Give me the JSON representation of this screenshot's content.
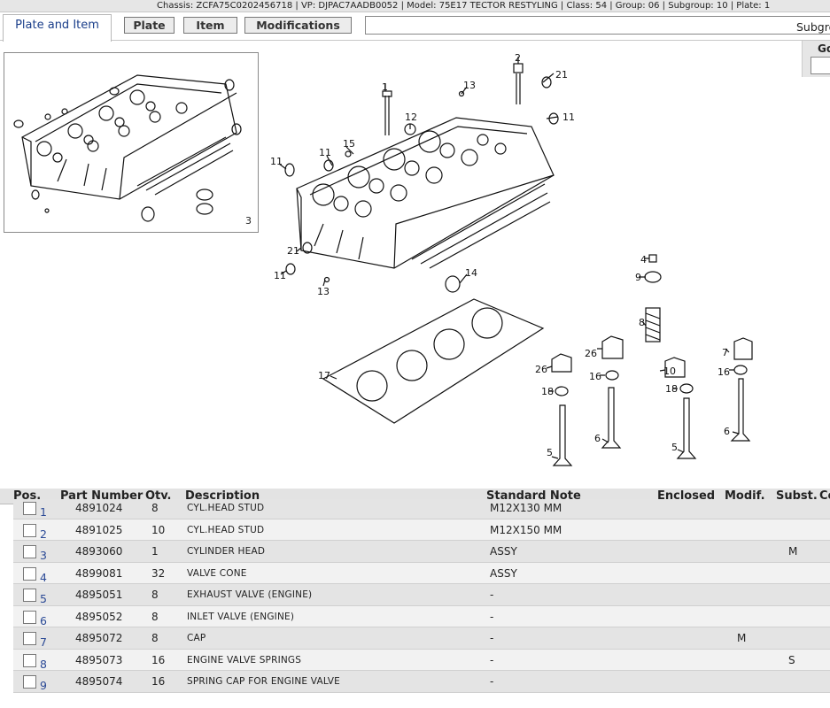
{
  "info_bar": {
    "text": "Chassis: ZCFA75C0202456718 | VP: DJPAC7AADB0052 | Model: 75E17 TECTOR RESTYLING | Class: 54 | Group: 06 | Subgroup: 10 | Plate: 1"
  },
  "tabs": {
    "active": "Plate and Item",
    "plate": "Plate",
    "item": "Item",
    "modifications": "Modifications",
    "subgroup_label": "Subgro"
  },
  "go_panel": {
    "label": "Go"
  },
  "thumbnail": {
    "label": "3"
  },
  "diagram": {
    "callouts": [
      "1",
      "2",
      "13",
      "12",
      "21",
      "11",
      "15",
      "11",
      "11",
      "21",
      "11",
      "13",
      "14",
      "17",
      "4",
      "9",
      "8",
      "7",
      "26",
      "16",
      "10",
      "16",
      "26",
      "18",
      "18",
      "5",
      "6",
      "5",
      "6"
    ]
  },
  "grid": {
    "headers": {
      "pos": "Pos.",
      "part_number": "Part Number",
      "qty": "Qty.",
      "description": "Description",
      "standard_note": "Standard Note",
      "enclosed": "Enclosed",
      "modif": "Modif.",
      "subst": "Subst.",
      "extra": "Co"
    },
    "rows": [
      {
        "pos": "1",
        "part_number": "4891024",
        "qty": "8",
        "description": "CYL.HEAD STUD",
        "note": "M12X130 MM",
        "modif": "",
        "subst": ""
      },
      {
        "pos": "2",
        "part_number": "4891025",
        "qty": "10",
        "description": "CYL.HEAD STUD",
        "note": "M12X150 MM",
        "modif": "",
        "subst": ""
      },
      {
        "pos": "3",
        "part_number": "4893060",
        "qty": "1",
        "description": "CYLINDER HEAD",
        "note": "ASSY",
        "modif": "",
        "subst": "M"
      },
      {
        "pos": "4",
        "part_number": "4899081",
        "qty": "32",
        "description": "VALVE CONE",
        "note": "ASSY",
        "modif": "",
        "subst": ""
      },
      {
        "pos": "5",
        "part_number": "4895051",
        "qty": "8",
        "description": "EXHAUST VALVE (ENGINE)",
        "note": "-",
        "modif": "",
        "subst": ""
      },
      {
        "pos": "6",
        "part_number": "4895052",
        "qty": "8",
        "description": "INLET VALVE (ENGINE)",
        "note": "-",
        "modif": "",
        "subst": ""
      },
      {
        "pos": "7",
        "part_number": "4895072",
        "qty": "8",
        "description": "CAP",
        "note": "-",
        "modif": "M",
        "subst": ""
      },
      {
        "pos": "8",
        "part_number": "4895073",
        "qty": "16",
        "description": "ENGINE VALVE SPRINGS",
        "note": "-",
        "modif": "",
        "subst": "S"
      },
      {
        "pos": "9",
        "part_number": "4895074",
        "qty": "16",
        "description": "SPRING CAP FOR ENGINE VALVE",
        "note": "-",
        "modif": "",
        "subst": ""
      }
    ]
  }
}
